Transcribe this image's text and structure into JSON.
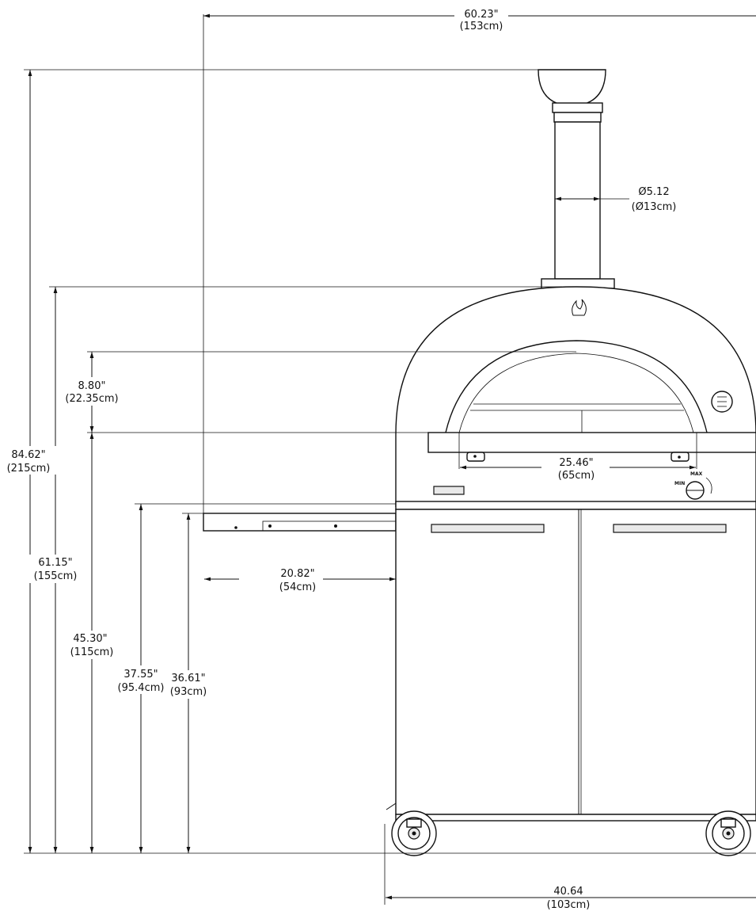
{
  "dimensions": {
    "overall_width": {
      "primary": "60.23\"",
      "metric": "(153cm)"
    },
    "chimney_diameter": {
      "primary": "Ø5.12",
      "metric": "(Ø13cm)"
    },
    "oven_mouth_height": {
      "primary": "8.80\"",
      "metric": "(22.35cm)"
    },
    "mouth_width": {
      "primary": "25.46\"",
      "metric": "(65cm)"
    },
    "total_height": {
      "primary": "84.62\"",
      "metric": "(215cm)"
    },
    "dome_top_height": {
      "primary": "61.15\"",
      "metric": "(155cm)"
    },
    "side_shelf_depth": {
      "primary": "20.82\"",
      "metric": "(54cm)"
    },
    "oven_floor_height": {
      "primary": "45.30\"",
      "metric": "(115cm)"
    },
    "cabinet_top_height": {
      "primary": "37.55\"",
      "metric": "(95.4cm)"
    },
    "shelf_height": {
      "primary": "36.61\"",
      "metric": "(93cm)"
    },
    "cabinet_width": {
      "primary": "40.64",
      "metric": "(103cm)"
    }
  },
  "knob": {
    "max_label": "MAX",
    "min_label": "MIN"
  },
  "colors": {
    "line": "#111111",
    "fill": "#ffffff",
    "shade": "#e9e9e9"
  }
}
